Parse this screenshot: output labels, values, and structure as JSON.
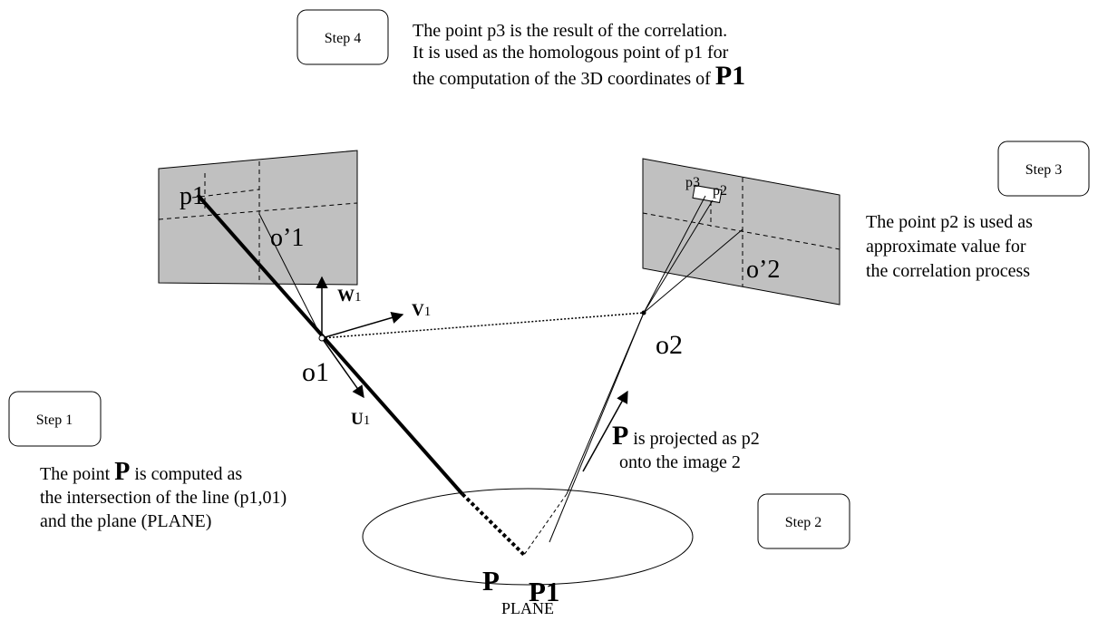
{
  "steps": {
    "step1": {
      "label": "Step 1",
      "line1_pre": "The point ",
      "line1_bold": "P",
      "line1_post": " is computed as",
      "line2": "the intersection of the line (p1,01)",
      "line3": "and the plane (PLANE)"
    },
    "step2": {
      "label": "Step 2",
      "line1_bold": "P",
      "line1_post": " is projected as p2",
      "line2": "onto the image 2"
    },
    "step3": {
      "label": "Step 3",
      "line1": "The point p2 is used as",
      "line2": "approximate value for",
      "line3": "the correlation process"
    },
    "step4": {
      "label": "Step 4",
      "line1": "The point p3 is the result of the correlation.",
      "line2": "It is used as the homologous point of p1 for",
      "line3_pre": " the computation of the 3D coordinates of ",
      "line3_bold": "P1"
    }
  },
  "labels": {
    "p1": "p1",
    "o_prime_1": "o’1",
    "o1": "o1",
    "w1_main": "W",
    "w1_sub": "1",
    "v1_main": "V",
    "v1_sub": "1",
    "u1_main": "U",
    "u1_sub": "1",
    "p3": "p3",
    "p2": "p2",
    "o_prime_2": "o’2",
    "o2": "o2",
    "P": "P",
    "P1": "P1",
    "plane": "PLANE"
  },
  "colors": {
    "image_fill": "#c0c0c0",
    "stroke": "#000000"
  }
}
